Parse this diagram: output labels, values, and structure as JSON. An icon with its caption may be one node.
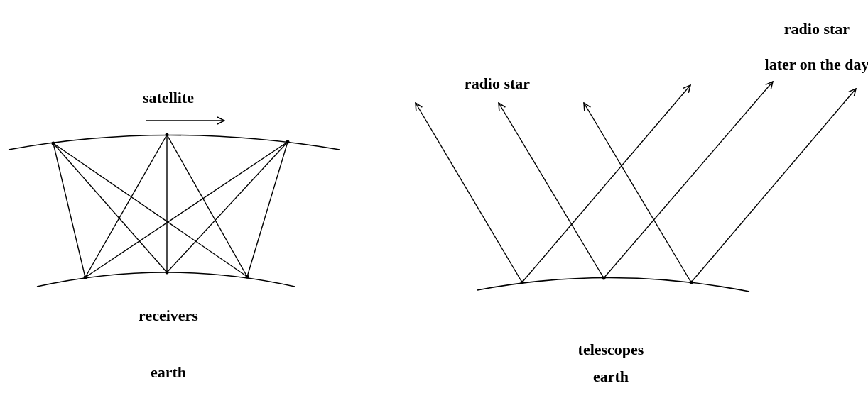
{
  "diagram": {
    "nodes": [
      {
        "text": [],
        "shape": "point"
      },
      {
        "text": [],
        "shape": "point"
      },
      {
        "text": [],
        "shape": "point"
      },
      {
        "text": [],
        "shape": "point"
      },
      {
        "text": [],
        "shape": "point"
      },
      {
        "text": [],
        "shape": "point"
      },
      {
        "text": [],
        "shape": "point"
      },
      {
        "text": [],
        "shape": "point"
      },
      {
        "text": [],
        "shape": "point"
      },
      {
        "text": [
          "radio star"
        ]
      },
      {
        "text": [
          "radio star",
          "later on the day"
        ]
      }
    ],
    "edges": [
      {
        "from": 0,
        "to": 3,
        "arrow": "none"
      },
      {
        "from": 0,
        "to": 4,
        "arrow": "none"
      },
      {
        "from": 0,
        "to": 5,
        "arrow": "none"
      },
      {
        "from": 1,
        "to": 3,
        "arrow": "none"
      },
      {
        "from": 1,
        "to": 4,
        "arrow": "none"
      },
      {
        "from": 1,
        "to": 5,
        "arrow": "none"
      },
      {
        "from": 2,
        "to": 3,
        "arrow": "none"
      },
      {
        "from": 2,
        "to": 4,
        "arrow": "none"
      },
      {
        "from": 2,
        "to": 5,
        "arrow": "none"
      },
      {
        "from": 6,
        "to": 9,
        "arrow": "to"
      },
      {
        "from": 6,
        "to": 10,
        "arrow": "to"
      },
      {
        "from": 7,
        "to": 9,
        "arrow": "to"
      },
      {
        "from": 7,
        "to": 10,
        "arrow": "to"
      },
      {
        "from": 8,
        "to": 9,
        "arrow": "to"
      },
      {
        "from": 8,
        "to": 10,
        "arrow": "to"
      }
    ],
    "labels": [
      "satellite",
      "receivers",
      "telescopes",
      "earth",
      "earth"
    ]
  }
}
